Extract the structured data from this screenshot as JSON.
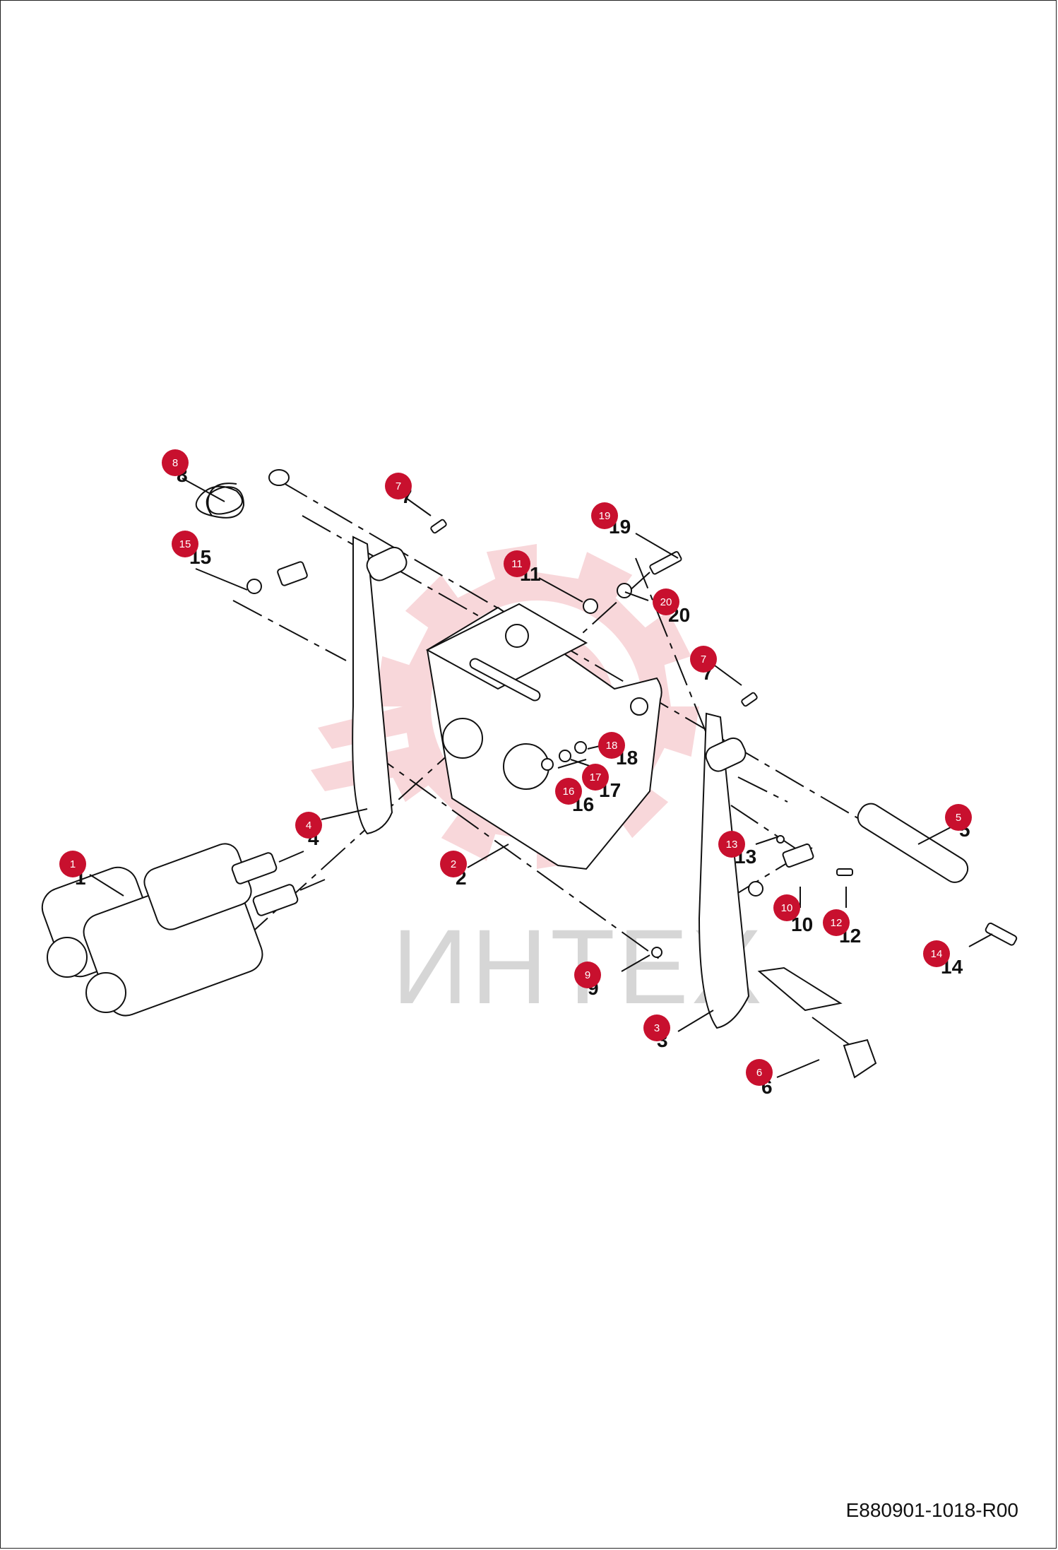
{
  "watermark": {
    "text": "ИНТЕХ",
    "gear_color": "#f3b7bd"
  },
  "badge_color": "#c8102e",
  "drawing_code": "E880901-1018-R00",
  "callouts": [
    {
      "no": "1"
    },
    {
      "no": "2"
    },
    {
      "no": "3"
    },
    {
      "no": "4"
    },
    {
      "no": "5"
    },
    {
      "no": "6"
    },
    {
      "no": "7"
    },
    {
      "no": "7"
    },
    {
      "no": "8"
    },
    {
      "no": "9"
    },
    {
      "no": "10"
    },
    {
      "no": "11"
    },
    {
      "no": "12"
    },
    {
      "no": "13"
    },
    {
      "no": "14"
    },
    {
      "no": "15"
    },
    {
      "no": "16"
    },
    {
      "no": "17"
    },
    {
      "no": "18"
    },
    {
      "no": "19"
    },
    {
      "no": "20"
    }
  ]
}
